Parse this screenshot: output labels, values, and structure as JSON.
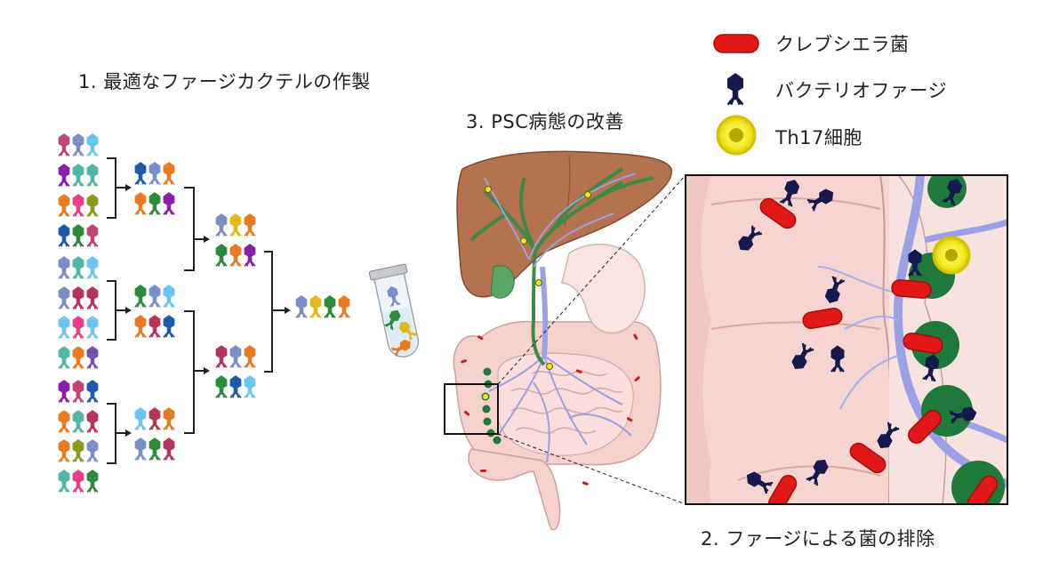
{
  "labels": {
    "step1": "1. 最適なファージカクテルの作製",
    "step2": "2. ファージによる菌の排除",
    "step3": "3. PSC病態の改善"
  },
  "legend": [
    {
      "icon": "klebsiella-bacterium",
      "label": "クレブシエラ菌",
      "color": "#e01818"
    },
    {
      "icon": "bacteriophage",
      "label": "バクテリオファージ",
      "color": "#151a4e"
    },
    {
      "icon": "th17-cell",
      "label": "Th17細胞",
      "color": "#f1e41d"
    }
  ],
  "colors": {
    "phage_dark": "#151a4e",
    "bacterium": "#e01818",
    "th17": "#f1e41d",
    "liver": "#b4734e",
    "bile_duct": "#3f8a49",
    "vessel": "#9aa1e6",
    "intestine": "#f7d3cf",
    "lymph_node": "#1d7a3a"
  },
  "phage_palette": [
    "#c0457a",
    "#7a8fc7",
    "#6cc5ee",
    "#8d1fa6",
    "#4fb6a8",
    "#e87a22",
    "#e83e8c",
    "#8c9a1d",
    "#1f5aa8",
    "#2c8a3a",
    "#e2b81b",
    "#b5345d",
    "#7b4fb0",
    "#5aa5c8"
  ]
}
